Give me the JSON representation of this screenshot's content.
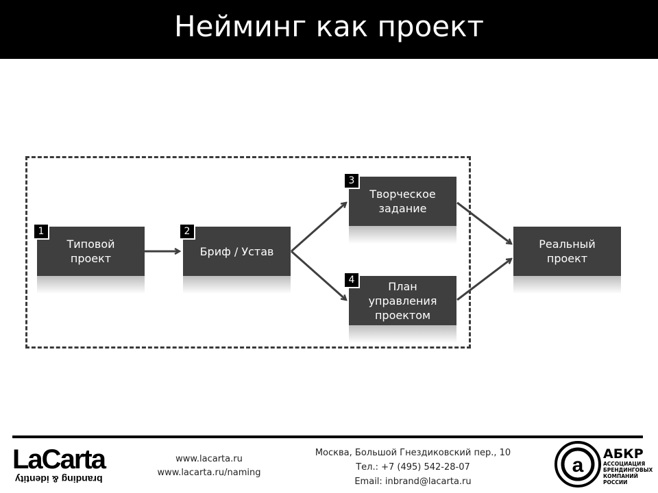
{
  "header": {
    "title": "Нейминг как проект"
  },
  "diagram": {
    "nodes": [
      {
        "badge": "1",
        "label": "Типовой проект"
      },
      {
        "badge": "2",
        "label": "Бриф / Устав"
      },
      {
        "badge": "3",
        "label": "Творческое задание"
      },
      {
        "badge": "4",
        "label": "План управления проектом"
      },
      {
        "label": "Реальный проект"
      }
    ]
  },
  "footer": {
    "logo": {
      "name": "LaCarta",
      "tagline": "branding & identity"
    },
    "links": [
      "www.lacarta.ru",
      "www.lacarta.ru/naming"
    ],
    "address": "Москва, Большой Гнездиковский пер., 10",
    "phone": "Тел.: +7 (495) 542-28-07",
    "email": "Email: inbrand@lacarta.ru",
    "association": {
      "abbr": "АБКР",
      "name": "АССОЦИАЦИЯ БРЕНДИНГОВЫХ КОМПАНИЙ РОССИИ"
    }
  }
}
